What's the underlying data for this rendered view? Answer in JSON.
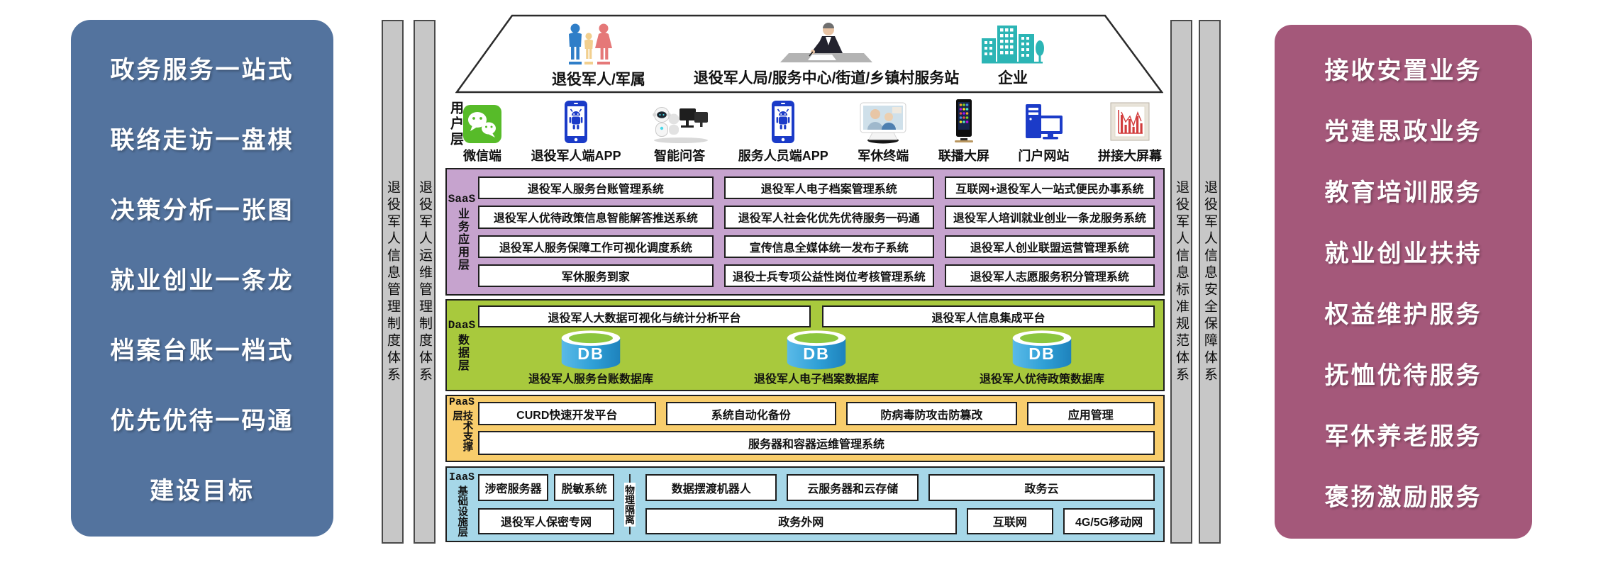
{
  "left_panel": {
    "items": [
      "政务服务一站式",
      "联络走访一盘棋",
      "决策分析一张图",
      "就业创业一条龙",
      "档案台账一档式",
      "优先优待一码通"
    ],
    "footer": "建设目标"
  },
  "right_panel": {
    "items": [
      "接收安置业务",
      "党建思政业务",
      "教育培训服务",
      "就业创业扶持",
      "权益维护服务",
      "抚恤优待服务",
      "军休养老服务",
      "褒扬激励服务"
    ]
  },
  "pillars": {
    "left": [
      "退役军人信息管理制度体系",
      "退役军人运维管理制度体系"
    ],
    "right": [
      "退役军人信息标准规范体系",
      "退役军人信息安全保障体系"
    ]
  },
  "actors": {
    "items": [
      {
        "label": "退役军人/军属",
        "icon": "family-icon"
      },
      {
        "label": "退役军人局/服务中心/街道/乡镇村服务站",
        "icon": "service-desk-icon"
      },
      {
        "label": "企业",
        "icon": "enterprise-buildings-icon"
      }
    ]
  },
  "user_layer": {
    "label": "用户层",
    "items": [
      {
        "label": "微信端",
        "icon": "wechat-icon"
      },
      {
        "label": "退役军人端APP",
        "icon": "veteran-app-icon"
      },
      {
        "label": "智能问答",
        "icon": "ai-qa-robot-icon"
      },
      {
        "label": "服务人员端APP",
        "icon": "staff-app-icon"
      },
      {
        "label": "军休终端",
        "icon": "military-terminal-icon"
      },
      {
        "label": "联播大屏",
        "icon": "broadcast-screen-icon"
      },
      {
        "label": "门户网站",
        "icon": "portal-website-icon"
      },
      {
        "label": "拼接大屏幕",
        "icon": "video-wall-icon"
      }
    ]
  },
  "saas_layer": {
    "tag": "SaaS",
    "label": "业务应用层",
    "rows": [
      [
        "退役军人服务台账管理系统",
        "退役军人电子档案管理系统",
        "互联网+退役军人一站式便民办事系统"
      ],
      [
        "退役军人优待政策信息智能解答推送系统",
        "退役军人社会化优先优待服务一码通",
        "退役军人培训就业创业一条龙服务系统"
      ],
      [
        "退役军人服务保障工作可视化调度系统",
        "宣传信息全媒体统一发布子系统",
        "退役军人创业联盟运营管理系统"
      ],
      [
        "军休服务到家",
        "退役士兵专项公益性岗位考核管理系统",
        "退役军人志愿服务积分管理系统"
      ]
    ]
  },
  "daas_layer": {
    "tag": "DaaS",
    "label": "数据层",
    "platforms": [
      "退役军人大数据可视化与统计分析平台",
      "退役军人信息集成平台"
    ],
    "databases": [
      {
        "badge": "DB",
        "label": "退役军人服务台账数据库"
      },
      {
        "badge": "DB",
        "label": "退役军人电子档案数据库"
      },
      {
        "badge": "DB",
        "label": "退役军人优待政策数据库"
      }
    ]
  },
  "paas_layer": {
    "tag": "PaaS",
    "label": "技术支撑层",
    "row1": [
      "CURD快速开发平台",
      "系统自动化备份",
      "防病毒防攻击防篡改",
      "应用管理"
    ],
    "row2": "服务器和容器运维管理系统"
  },
  "iaas_layer": {
    "tag": "IaaS",
    "label": "基础设施层",
    "divider": "物理隔离",
    "secure_row1": [
      "涉密服务器",
      "脱敏系统"
    ],
    "secure_row2": "退役军人保密专网",
    "open_row1": [
      "数据摆渡机器人",
      "云服务器和云存储",
      "政务云"
    ],
    "open_row2": [
      "政务外网",
      "互联网",
      "4G/5G移动网"
    ]
  },
  "colors": {
    "left_panel": "#53739E",
    "right_panel": "#A4587A",
    "pillar": "#C7C7C7",
    "saas": "#C6A3CE",
    "daas": "#A8C93D",
    "paas": "#F8CD6C",
    "iaas": "#A6D7E8",
    "db_body": "#2E9FD6",
    "db_top": "#8CC63E",
    "wechat_green": "#57BB29",
    "app_blue": "#1B3BC8",
    "chart_red": "#D23C3C",
    "enterprise_teal": "#2CB5B5"
  }
}
